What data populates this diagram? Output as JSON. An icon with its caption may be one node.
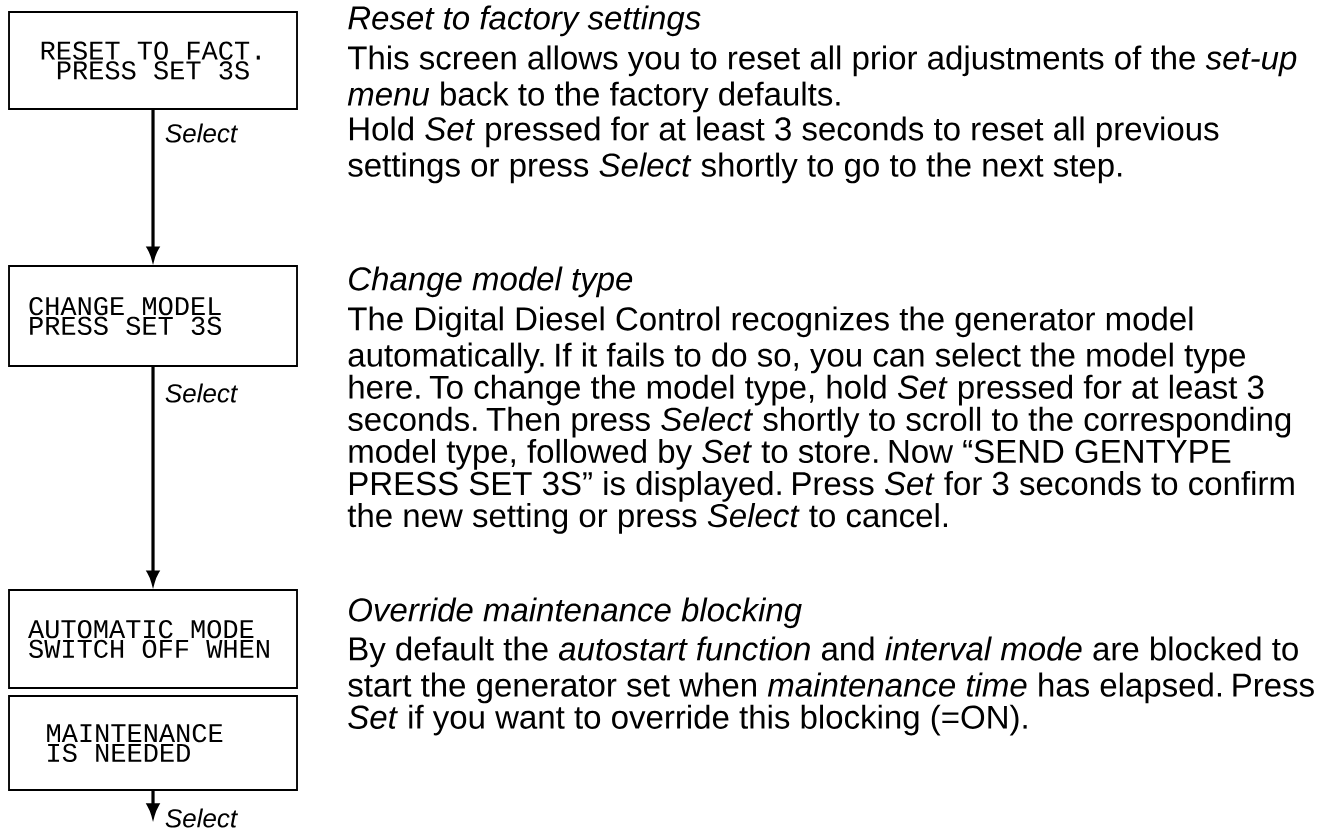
{
  "diagram": {
    "nodes": [
      {
        "text": [
          "RESET TO FACT. PRESS SET 3S"
        ],
        "beside": [
          "Reset to factory settings",
          "This screen allows you to reset all prior adjustments of the *set-up menu* back to the factory defaults.",
          "Hold *Set* pressed for at least 3 seconds to reset all previous settings or press *Select* shortly to go to the next step."
        ]
      },
      {
        "text": [
          "CHANGE MODEL PRESS SET 3S"
        ],
        "beside": [
          "Change model type",
          "The Digital Diesel Control recognizes the generator model automatically. If it fails to do so, you can select the model type here. To change the model type, hold *Set* pressed for at least 3 seconds. Then press *Select* shortly to scroll to the corresponding model type, followed by *Set* to store. Now “SEND GENTYPE PRESS SET 3S” is displayed. Press *Set* for 3 seconds to confirm the new setting or press *Select* to cancel."
        ]
      },
      {
        "text": [
          "AUTOMATIC MODE SWITCH OFF WHEN"
        ],
        "beside": [
          "Override maintenance blocking",
          "By default the *autostart function* and *interval mode* are blocked to start the generator set when *maintenance time* has elapsed. Press *Set* if you want to override this blocking (=ON)."
        ]
      },
      {
        "text": [
          "MAINTENANCE IS NEEDED"
        ]
      }
    ],
    "edges": [
      {
        "from": 0,
        "to": 1,
        "arrow": "to",
        "label": "Select"
      },
      {
        "from": 1,
        "to": 2,
        "arrow": "to",
        "label": "Select"
      },
      {
        "from": 3,
        "to": null,
        "arrow": "to",
        "label": "Select"
      }
    ]
  }
}
